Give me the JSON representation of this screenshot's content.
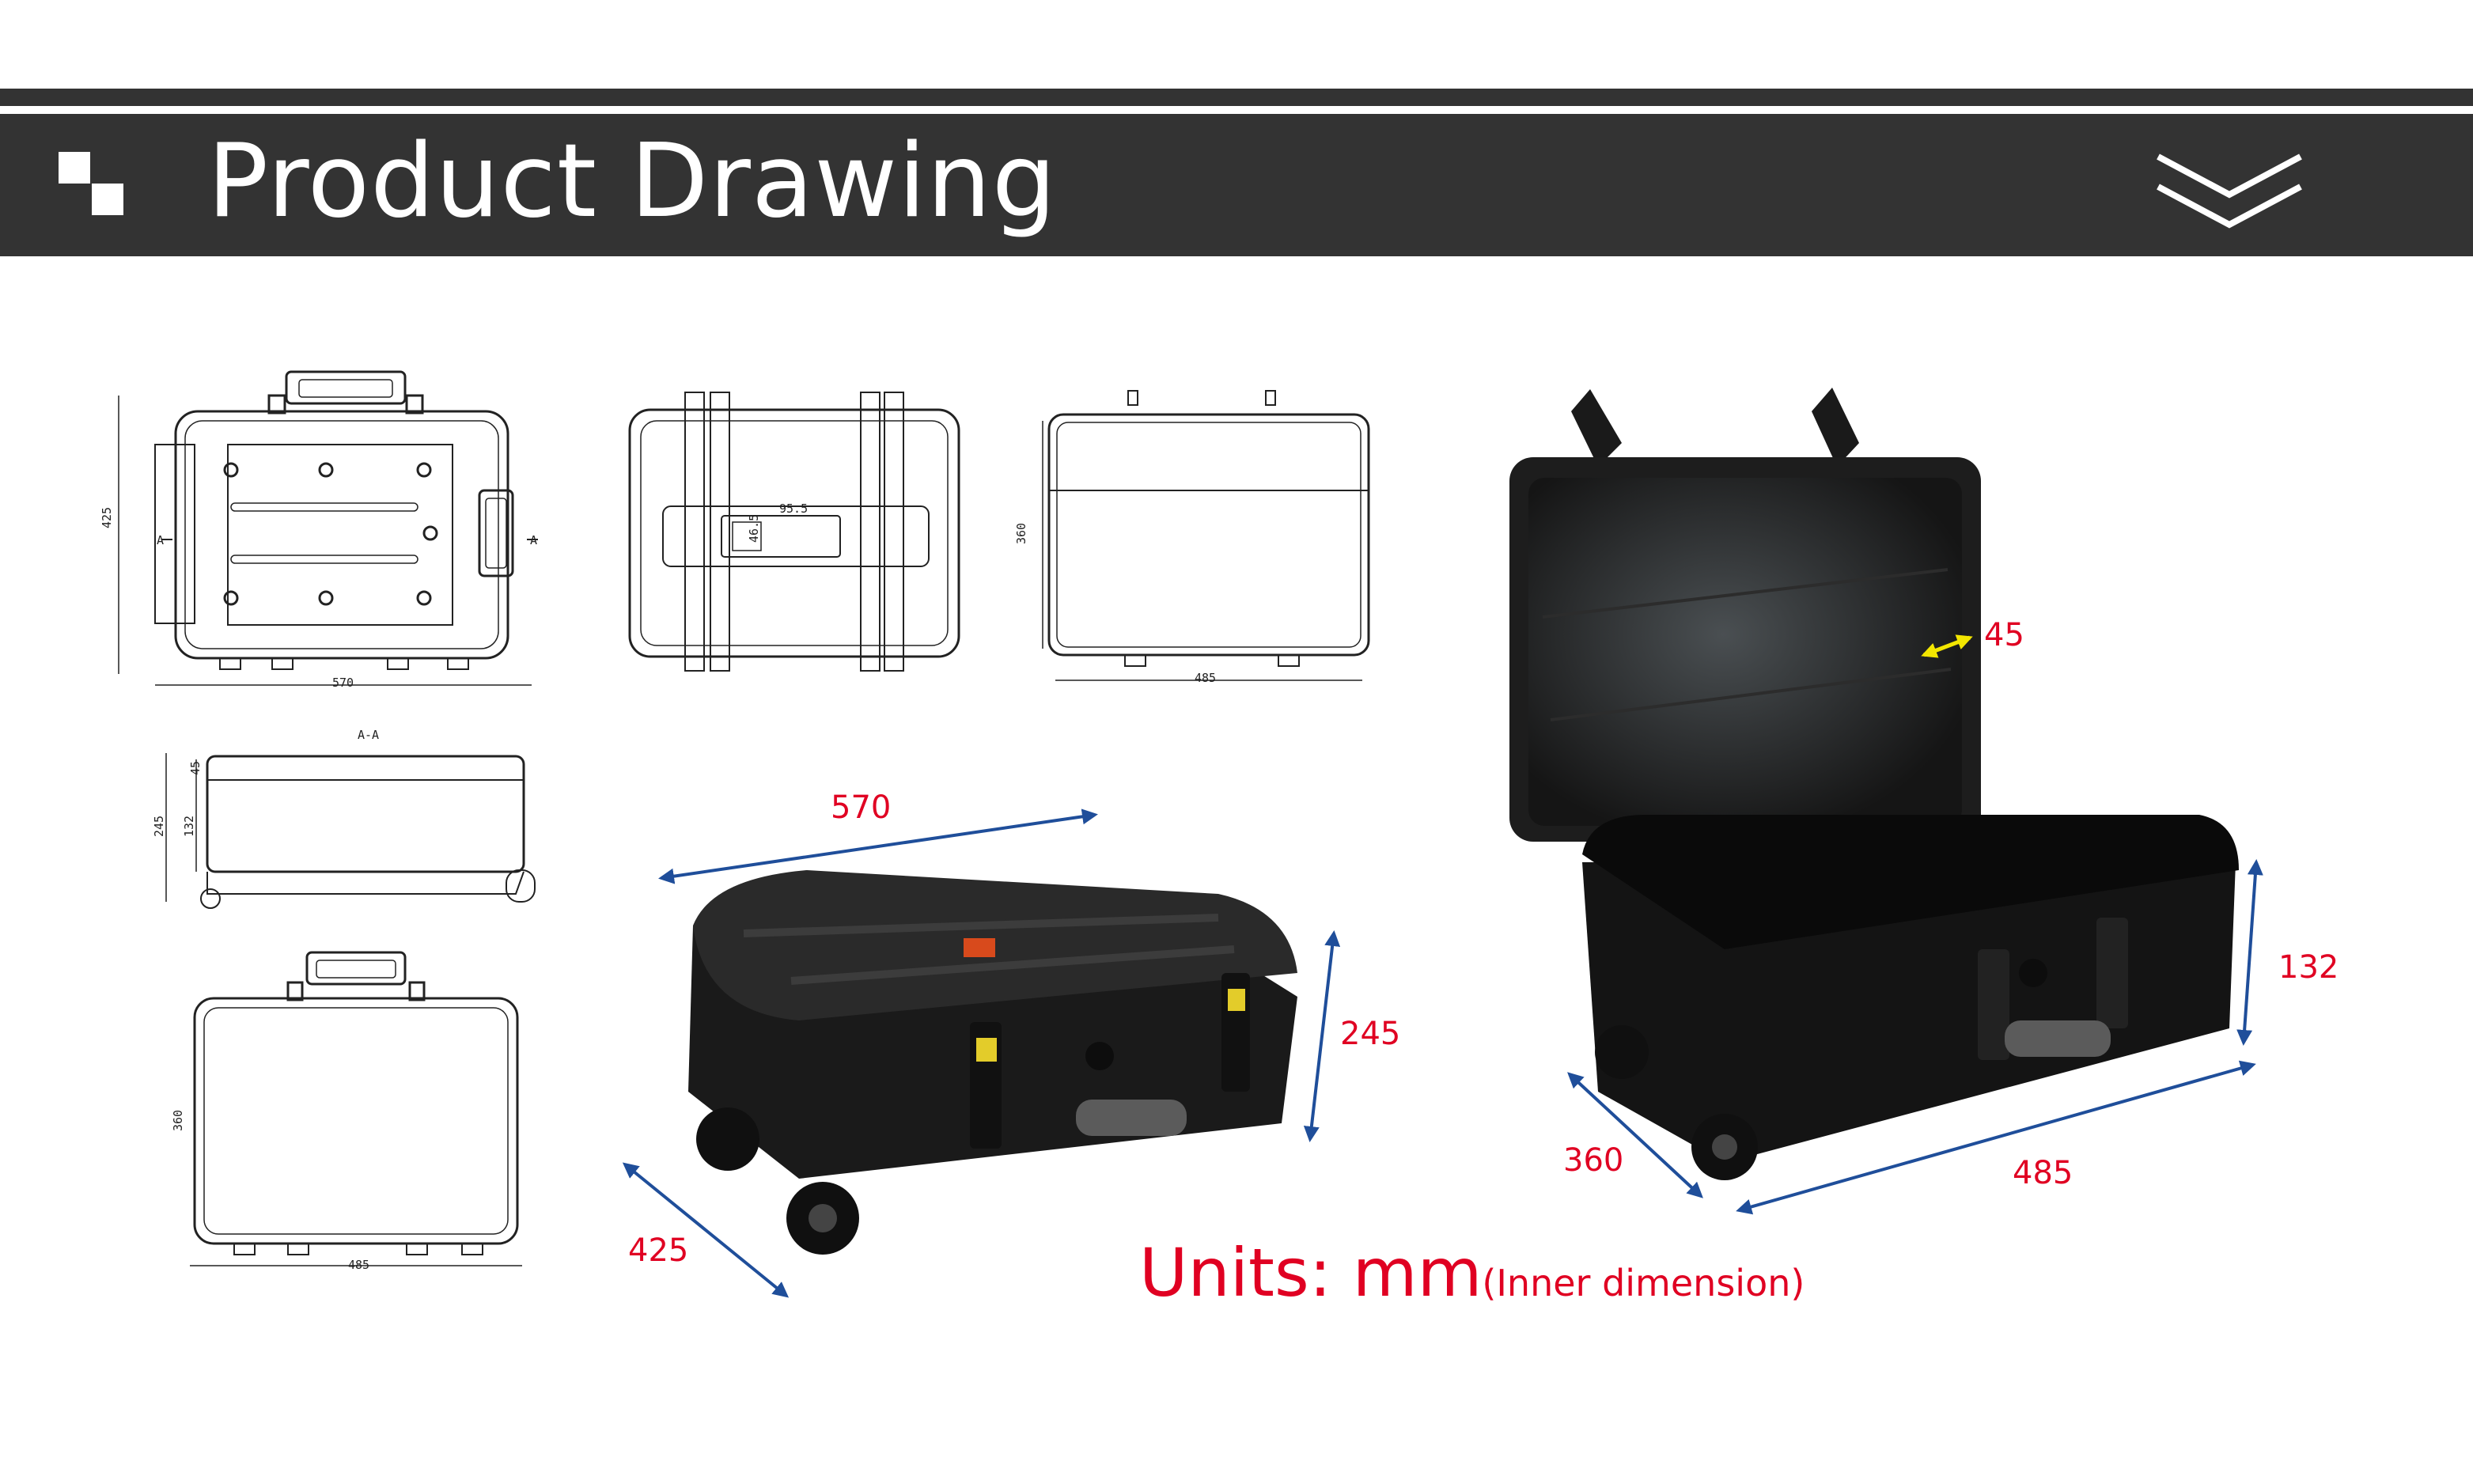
{
  "header": {
    "title": "Product Drawing"
  },
  "drawings": {
    "top_view_width": "570",
    "top_view_height": "425",
    "front_view_w": "95.5",
    "front_view_h": "46.5",
    "side_view_width": "485",
    "side_view_height": "360",
    "section_label": "A-A",
    "section_h1": "45",
    "section_h2": "245",
    "section_h3": "132",
    "bottom_view_width": "485",
    "bottom_view_height": "360",
    "marker_a": "A"
  },
  "closed_case": {
    "length": "570",
    "height": "245",
    "depth": "425"
  },
  "open_case": {
    "lid_depth": "45",
    "height": "132",
    "depth": "360",
    "length": "485"
  },
  "units": {
    "main": "Units: mm",
    "note": "(Inner dimension)"
  },
  "colors": {
    "banner": "#333333",
    "dimension_text": "#e00022",
    "arrow": "#1f4e9a",
    "lid_arrow": "#f3e600"
  }
}
